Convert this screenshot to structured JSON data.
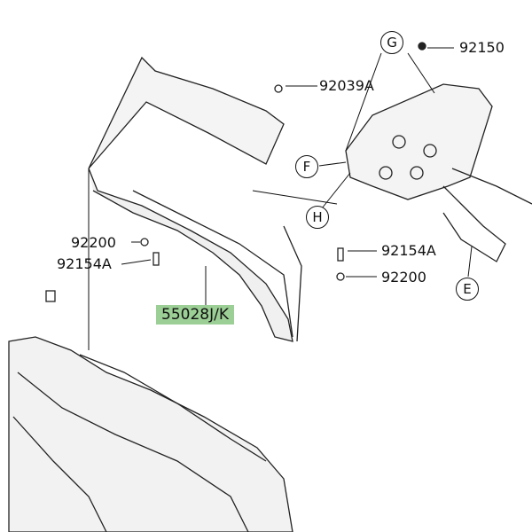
{
  "diagram": {
    "highlight_color": "#9ccf95",
    "part_labels": {
      "p92150": "92150",
      "p92039A": "92039A",
      "p92200_left": "92200",
      "p92154A_left": "92154A",
      "p55028": "55028J/K",
      "p92154A_right": "92154A",
      "p92200_right": "92200"
    },
    "callouts": {
      "G": "G",
      "F": "F",
      "H": "H",
      "E": "E"
    }
  }
}
